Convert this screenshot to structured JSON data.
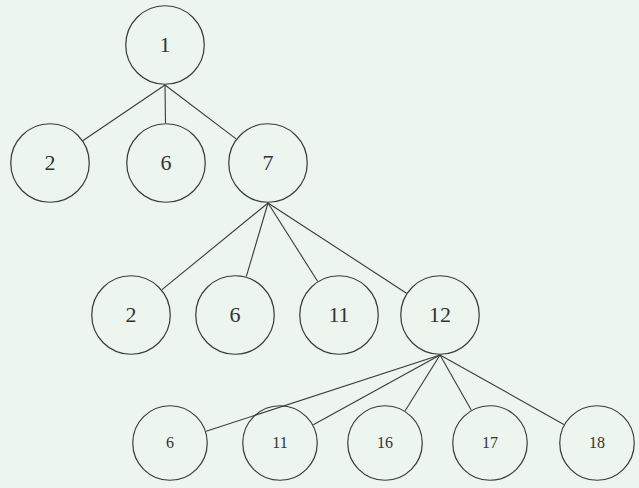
{
  "diagram": {
    "nodes": [
      {
        "text": [
          "1"
        ]
      },
      {
        "text": [
          "2"
        ]
      },
      {
        "text": [
          "6"
        ]
      },
      {
        "text": [
          "7"
        ]
      },
      {
        "text": [
          "2"
        ]
      },
      {
        "text": [
          "6"
        ]
      },
      {
        "text": [
          "11"
        ]
      },
      {
        "text": [
          "12"
        ]
      },
      {
        "text": [
          "6"
        ]
      },
      {
        "text": [
          "11"
        ]
      },
      {
        "text": [
          "16"
        ]
      },
      {
        "text": [
          "17"
        ]
      },
      {
        "text": [
          "18"
        ]
      }
    ],
    "edges": [
      {
        "from": 0,
        "to": 1,
        "arrow": "none"
      },
      {
        "from": 0,
        "to": 2,
        "arrow": "none"
      },
      {
        "from": 0,
        "to": 3,
        "arrow": "none"
      },
      {
        "from": 3,
        "to": 4,
        "arrow": "none"
      },
      {
        "from": 3,
        "to": 5,
        "arrow": "none"
      },
      {
        "from": 3,
        "to": 6,
        "arrow": "none"
      },
      {
        "from": 3,
        "to": 7,
        "arrow": "none"
      },
      {
        "from": 7,
        "to": 8,
        "arrow": "none"
      },
      {
        "from": 7,
        "to": 9,
        "arrow": "none"
      },
      {
        "from": 7,
        "to": 10,
        "arrow": "none"
      },
      {
        "from": 7,
        "to": 11,
        "arrow": "none"
      },
      {
        "from": 7,
        "to": 12,
        "arrow": "none"
      }
    ]
  }
}
